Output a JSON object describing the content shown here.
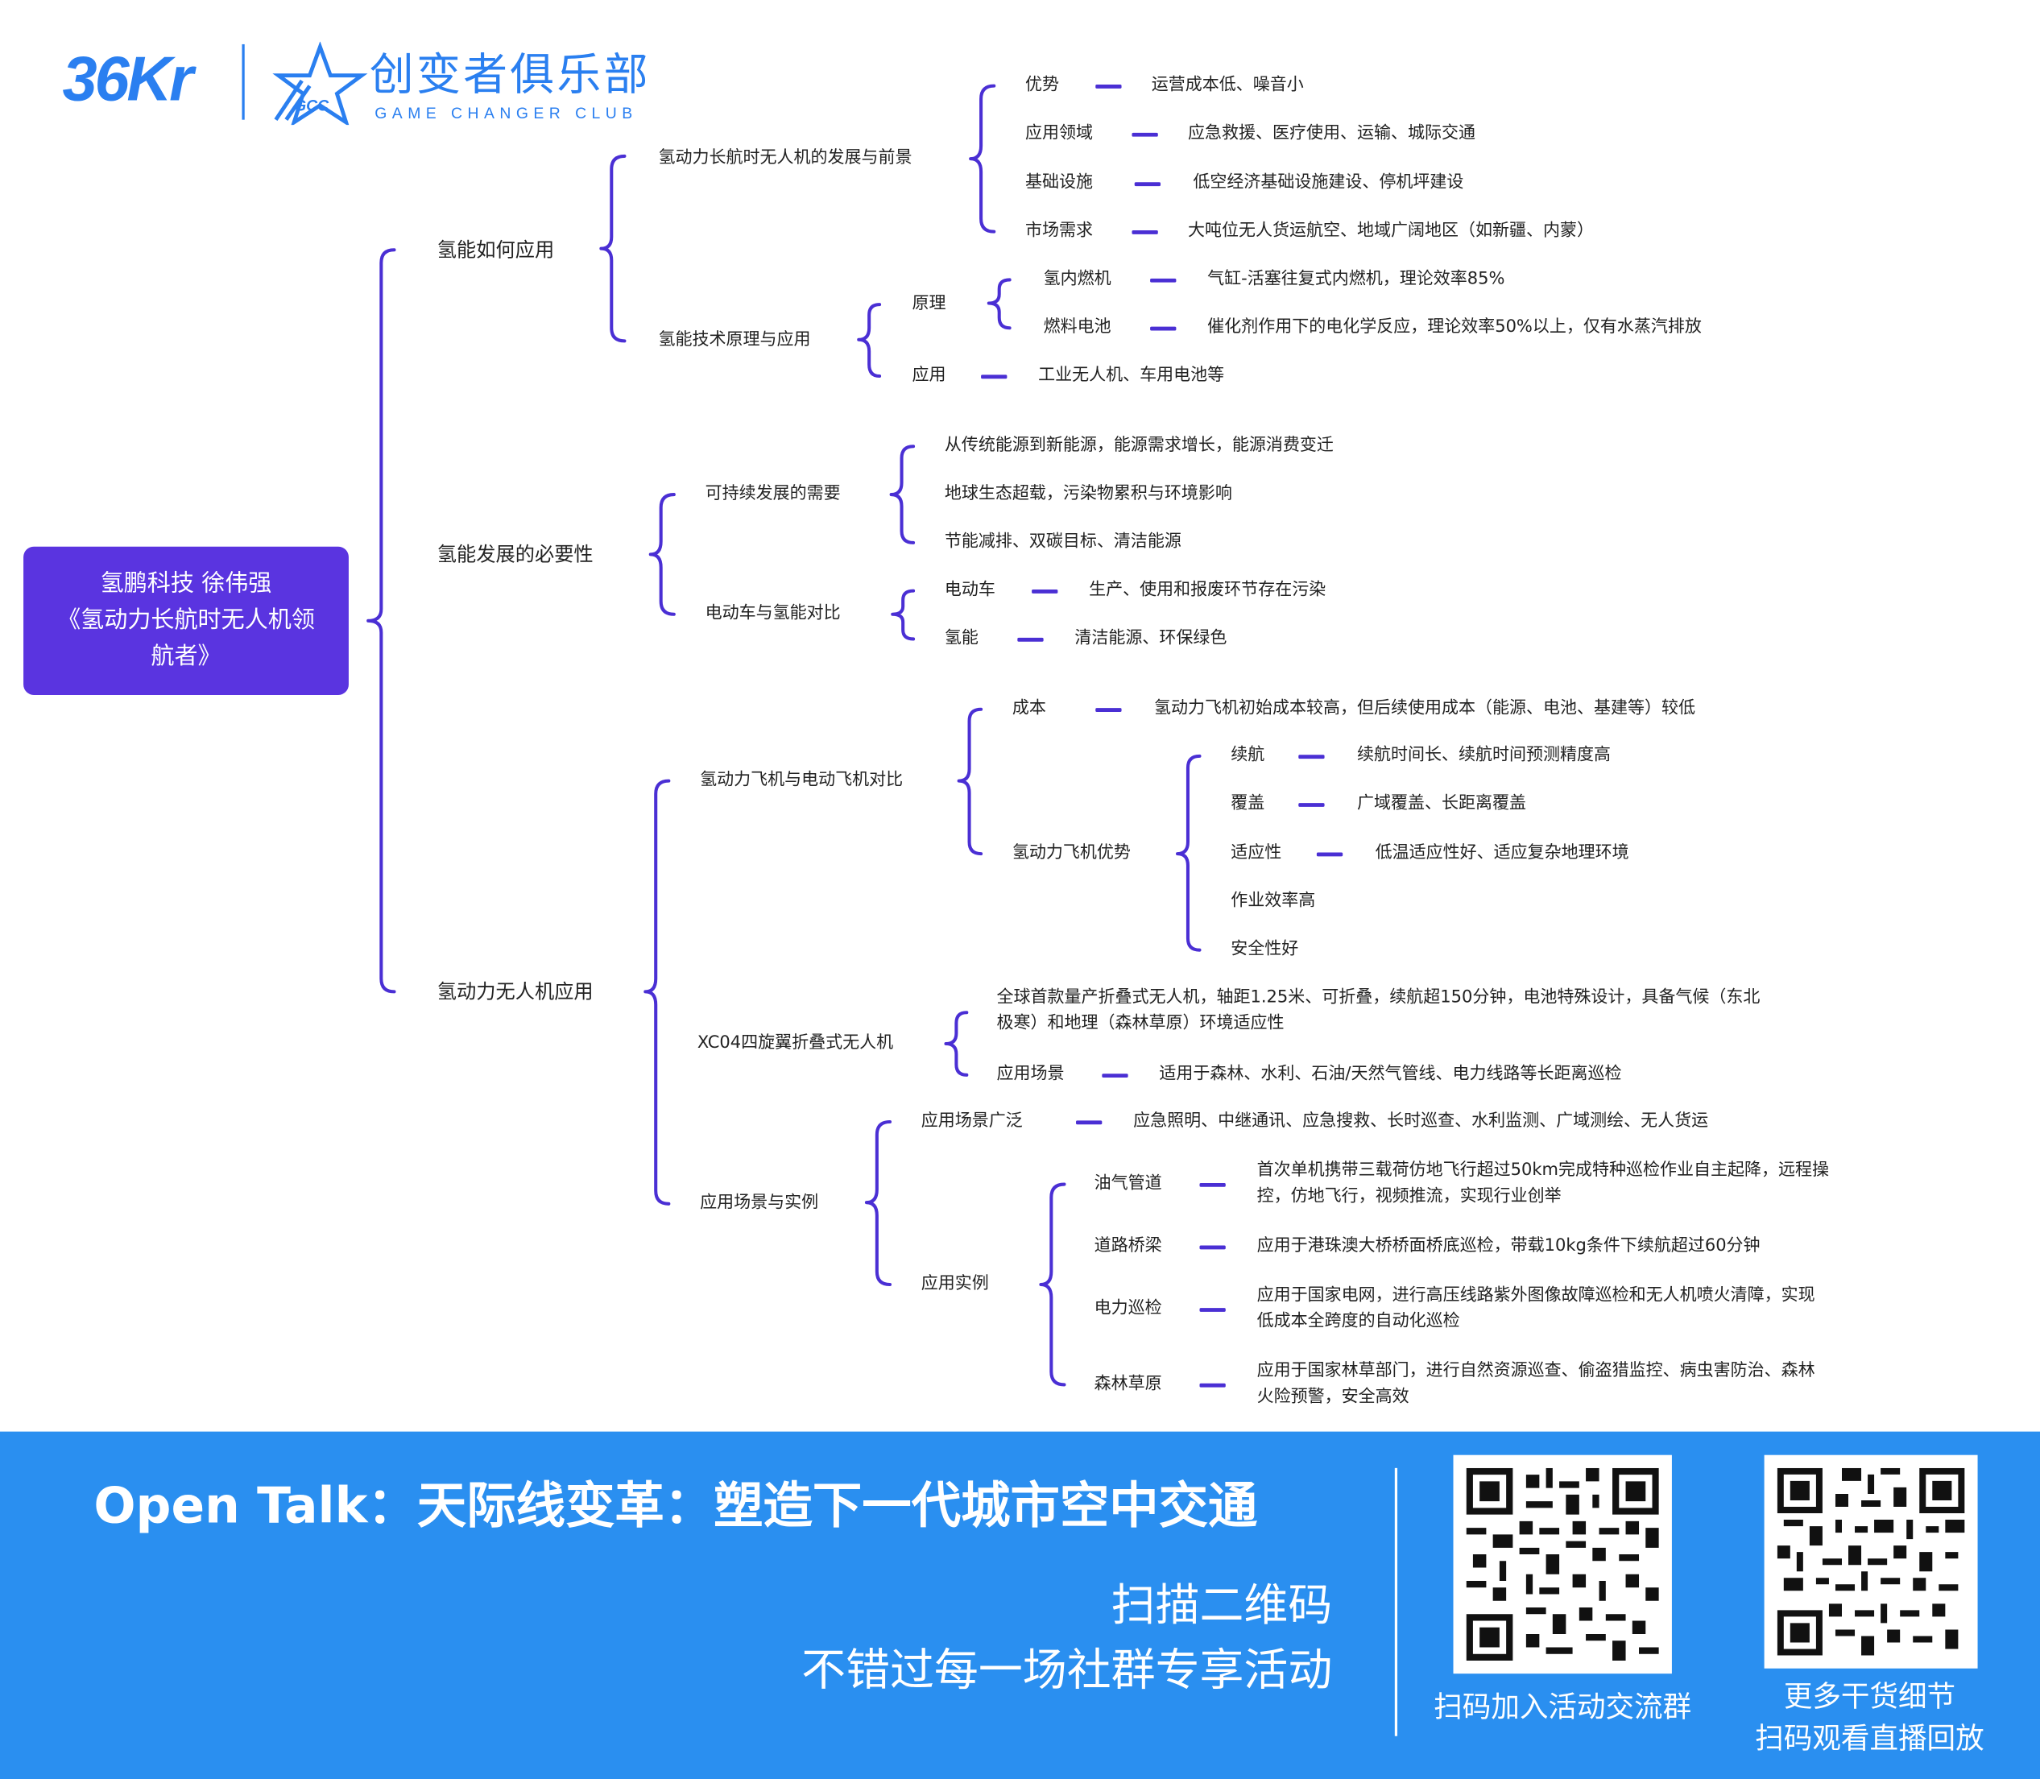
{
  "brand": {
    "logo_36kr": "36Kr",
    "club_name": "创变者俱乐部",
    "club_en": "GAME CHANGER CLUB",
    "club_abbr": "GCC"
  },
  "colors": {
    "accent": "#5a34e0",
    "line": "#4a2fd4",
    "footer_bg": "#2a8ff0",
    "logo_blue": "#2a7ff0"
  },
  "root": {
    "line1": "氢鹏科技 徐伟强",
    "line2": "《氢动力长航时无人机领航者》"
  },
  "branches": {
    "b1": {
      "label": "氢能如何应用",
      "s1": {
        "label": "氢动力长航时无人机的发展与前景",
        "items": [
          {
            "k": "优势",
            "v": "运营成本低、噪音小"
          },
          {
            "k": "应用领域",
            "v": "应急救援、医疗使用、运输、城际交通"
          },
          {
            "k": "基础设施",
            "v": "低空经济基础设施建设、停机坪建设"
          },
          {
            "k": "市场需求",
            "v": "大吨位无人货运航空、地域广阔地区（如新疆、内蒙）"
          }
        ]
      },
      "s2": {
        "label": "氢能技术原理与应用",
        "principle": {
          "label": "原理",
          "items": [
            {
              "k": "氢内燃机",
              "v": "气缸-活塞往复式内燃机，理论效率85%"
            },
            {
              "k": "燃料电池",
              "v": "催化剂作用下的电化学反应，理论效率50%以上，仅有水蒸汽排放"
            }
          ]
        },
        "application": {
          "k": "应用",
          "v": "工业无人机、车用电池等"
        }
      }
    },
    "b2": {
      "label": "氢能发展的必要性",
      "s1": {
        "label": "可持续发展的需要",
        "items": [
          "从传统能源到新能源，能源需求增长，能源消费变迁",
          "地球生态超载，污染物累积与环境影响",
          "节能减排、双碳目标、清洁能源"
        ]
      },
      "s2": {
        "label": "电动车与氢能对比",
        "items": [
          {
            "k": "电动车",
            "v": "生产、使用和报废环节存在污染"
          },
          {
            "k": "氢能",
            "v": "清洁能源、环保绿色"
          }
        ]
      }
    },
    "b3": {
      "label": "氢动力无人机应用",
      "s1": {
        "label": "氢动力飞机与电动飞机对比",
        "cost": {
          "k": "成本",
          "v": "氢动力飞机初始成本较高，但后续使用成本（能源、电池、基建等）较低"
        },
        "adv": {
          "label": "氢动力飞机优势",
          "items": [
            {
              "k": "续航",
              "v": "续航时间长、续航时间预测精度高"
            },
            {
              "k": "覆盖",
              "v": "广域覆盖、长距离覆盖"
            },
            {
              "k": "适应性",
              "v": "低温适应性好、适应复杂地理环境"
            },
            {
              "k": "作业效率高",
              "v": ""
            },
            {
              "k": "安全性好",
              "v": ""
            }
          ]
        }
      },
      "s2": {
        "label": "XC04四旋翼折叠式无人机",
        "desc": "全球首款量产折叠式无人机，轴距1.25米、可折叠，续航超150分钟，电池特殊设计，具备气候（东北极寒）和地理（森林草原）环境适应性",
        "scene": {
          "k": "应用场景",
          "v": "适用于森林、水利、石油/天然气管线、电力线路等长距离巡检"
        }
      },
      "s3": {
        "label": "应用场景与实例",
        "wide": {
          "k": "应用场景广泛",
          "v": "应急照明、中继通讯、应急搜救、长时巡查、水利监测、广域测绘、无人货运"
        },
        "cases": {
          "label": "应用实例",
          "items": [
            {
              "k": "油气管道",
              "v": "首次单机携带三载荷仿地飞行超过50km完成特种巡检作业自主起降，远程操控，仿地飞行，视频推流，实现行业创举"
            },
            {
              "k": "道路桥梁",
              "v": "应用于港珠澳大桥桥面桥底巡检，带载10kg条件下续航超过60分钟"
            },
            {
              "k": "电力巡检",
              "v": "应用于国家电网，进行高压线路紫外图像故障巡检和无人机喷火清障，实现低成本全跨度的自动化巡检"
            },
            {
              "k": "森林草原",
              "v": "应用于国家林草部门，进行自然资源巡查、偷盗猎监控、病虫害防治、森林火险预警，安全高效"
            }
          ]
        }
      }
    }
  },
  "footer": {
    "title": "Open Talk：天际线变革：塑造下一代城市空中交通",
    "sub1": "扫描二维码",
    "sub2": "不错过每一场社群专享活动",
    "qr1_caption": "扫码加入活动交流群",
    "qr2_caption1": "更多干货细节",
    "qr2_caption2": "扫码观看直播回放"
  }
}
